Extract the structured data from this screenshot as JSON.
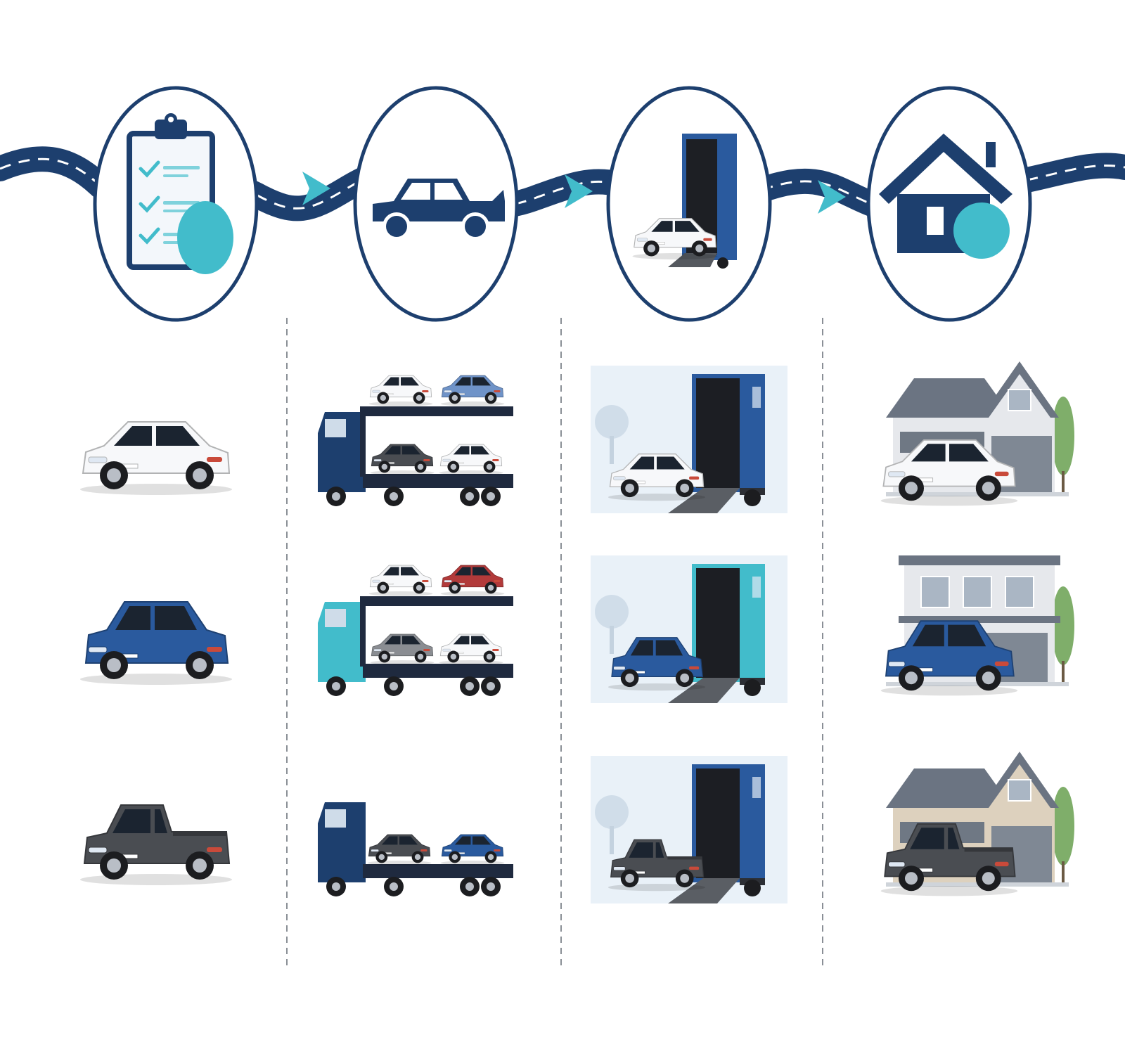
{
  "colors": {
    "navy": "#1d3f6e",
    "royal": "#2a5a9e",
    "teal": "#42bccb",
    "charcoal": "#4a4d52",
    "white_car": "#f7f8fa",
    "red_car": "#b23a3a",
    "grey_car": "#8a8d92",
    "light_blue_car": "#6f93c8",
    "roof_grey": "#6b7482",
    "house_wall": "#e6e8ec",
    "house_beige": "#ddd1be",
    "tree": "#7fae6a",
    "sky": "#e4edf6"
  },
  "steps": [
    {
      "icon": "clipboard-checklist-icon"
    },
    {
      "icon": "car-hatch-open-icon"
    },
    {
      "icon": "car-unloading-from-truck-icon"
    },
    {
      "icon": "house-icon"
    }
  ],
  "rows": [
    {
      "vehicle": "white-sedan",
      "color": "white_car",
      "carrier_truck": "navy",
      "carrier_load": [
        "white_car",
        "light_blue_car",
        "charcoal",
        "white_car"
      ],
      "unload_truck": "royal",
      "house": "gray-gable"
    },
    {
      "vehicle": "blue-suv",
      "color": "royal",
      "carrier_truck": "teal",
      "carrier_load": [
        "white_car",
        "red_car",
        "grey_car",
        "white_car"
      ],
      "unload_truck": "teal",
      "house": "modern-two-storey"
    },
    {
      "vehicle": "dark-pickup",
      "color": "charcoal",
      "carrier_truck": "navy",
      "carrier_load": [
        "charcoal",
        "royal"
      ],
      "unload_truck": "royal",
      "house": "beige-gable"
    }
  ]
}
